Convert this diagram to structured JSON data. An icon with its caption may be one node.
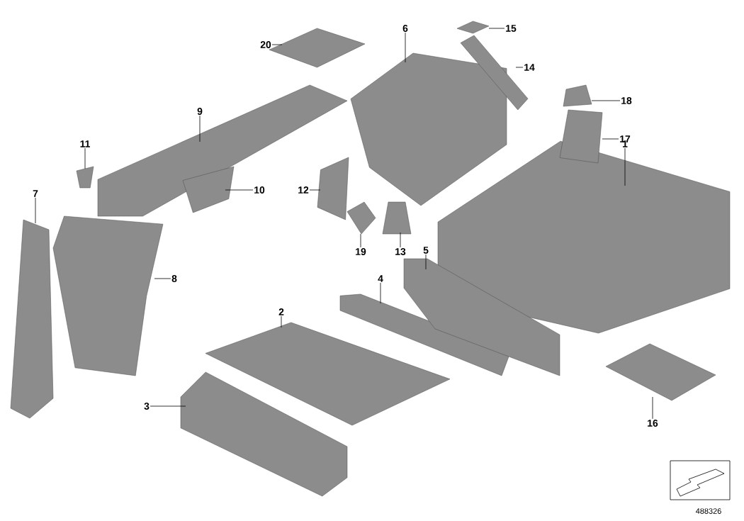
{
  "diagram": {
    "nodes": [
      {
        "text": [
          "1"
        ]
      },
      {
        "text": [
          "2"
        ]
      },
      {
        "text": [
          "3"
        ]
      },
      {
        "text": [
          "4"
        ]
      },
      {
        "text": [
          "5"
        ]
      },
      {
        "text": [
          "6"
        ]
      },
      {
        "text": [
          "7"
        ]
      },
      {
        "text": [
          "8"
        ]
      },
      {
        "text": [
          "9"
        ]
      },
      {
        "text": [
          "10"
        ]
      },
      {
        "text": [
          "11"
        ]
      },
      {
        "text": [
          "12"
        ]
      },
      {
        "text": [
          "13"
        ]
      },
      {
        "text": [
          "14"
        ]
      },
      {
        "text": [
          "15"
        ]
      },
      {
        "text": [
          "16"
        ]
      },
      {
        "text": [
          "17"
        ]
      },
      {
        "text": [
          "18"
        ]
      },
      {
        "text": [
          "19"
        ]
      },
      {
        "text": [
          "20"
        ]
      },
      {
        "text": [],
        "shape": "picture"
      },
      {
        "text": [],
        "shape": "picture"
      },
      {
        "text": [],
        "shape": "picture"
      },
      {
        "text": [],
        "shape": "picture"
      },
      {
        "text": [],
        "shape": "picture"
      },
      {
        "text": [],
        "shape": "picture"
      },
      {
        "text": [],
        "shape": "picture"
      },
      {
        "text": [],
        "shape": "picture"
      },
      {
        "text": [],
        "shape": "picture"
      },
      {
        "text": [],
        "shape": "picture"
      },
      {
        "text": [],
        "shape": "picture"
      },
      {
        "text": [],
        "shape": "picture"
      },
      {
        "text": [],
        "shape": "picture"
      },
      {
        "text": [],
        "shape": "picture"
      },
      {
        "text": [],
        "shape": "picture"
      },
      {
        "text": [],
        "shape": "picture"
      },
      {
        "text": [],
        "shape": "picture"
      },
      {
        "text": [],
        "shape": "picture"
      },
      {
        "text": [],
        "shape": "picture"
      },
      {
        "text": [],
        "shape": "picture"
      }
    ],
    "edges": [
      {
        "from": 0,
        "to": 20,
        "arrow": "none"
      },
      {
        "from": 1,
        "to": 21,
        "arrow": "none"
      },
      {
        "from": 2,
        "to": 22,
        "arrow": "none"
      },
      {
        "from": 3,
        "to": 23,
        "arrow": "none"
      },
      {
        "from": 4,
        "to": 24,
        "arrow": "none"
      },
      {
        "from": 5,
        "to": 25,
        "arrow": "none"
      },
      {
        "from": 6,
        "to": 26,
        "arrow": "none"
      },
      {
        "from": 7,
        "to": 27,
        "arrow": "none"
      },
      {
        "from": 8,
        "to": 28,
        "arrow": "none"
      },
      {
        "from": 9,
        "to": 29,
        "arrow": "none"
      },
      {
        "from": 10,
        "to": 30,
        "arrow": "none"
      },
      {
        "from": 11,
        "to": 31,
        "arrow": "none"
      },
      {
        "from": 12,
        "to": 32,
        "arrow": "none"
      },
      {
        "from": 13,
        "to": 33,
        "arrow": "none"
      },
      {
        "from": 14,
        "to": 34,
        "arrow": "none"
      },
      {
        "from": 15,
        "to": 35,
        "arrow": "none"
      },
      {
        "from": 16,
        "to": 36,
        "arrow": "none"
      },
      {
        "from": 17,
        "to": 37,
        "arrow": "none"
      },
      {
        "from": 18,
        "to": 38,
        "arrow": "none"
      },
      {
        "from": 19,
        "to": 39,
        "arrow": "none"
      }
    ],
    "labels": [
      "488326"
    ]
  }
}
